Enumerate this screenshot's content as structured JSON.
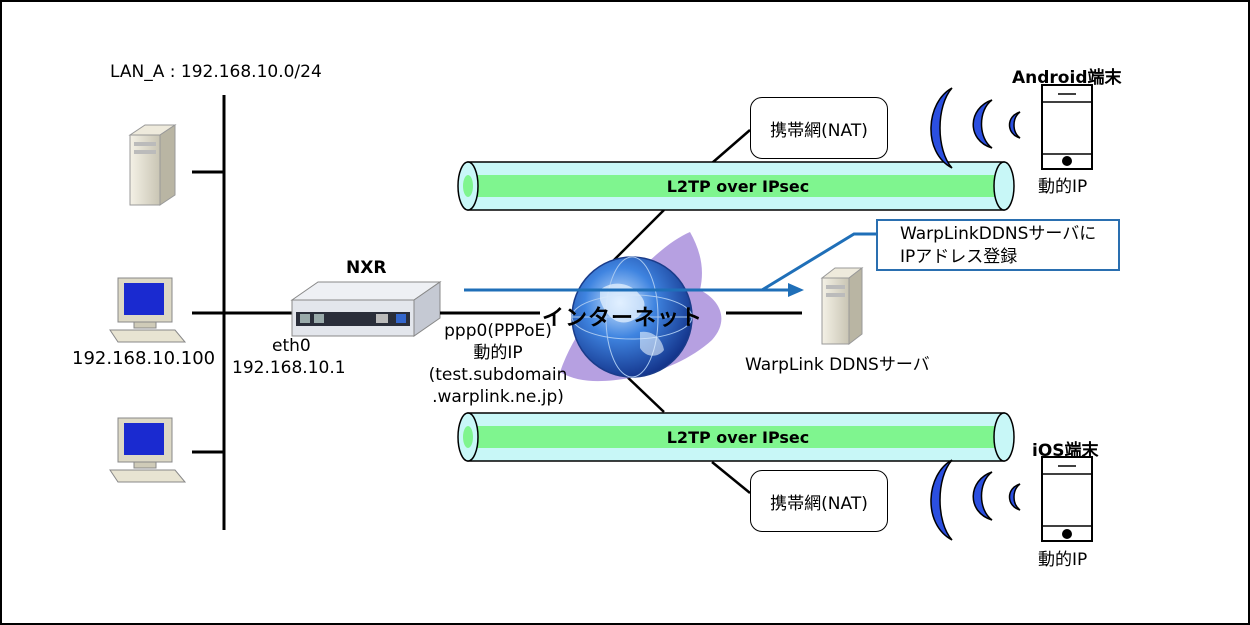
{
  "lan": {
    "label": "LAN_A : 192.168.10.0/24",
    "pc_ip": "192.168.10.100"
  },
  "router": {
    "name": "NXR",
    "eth_name": "eth0",
    "eth_ip": "192.168.10.1",
    "ppp_lines": [
      "ppp0(PPPoE)",
      "動的IP",
      "(test.subdomain",
      ".warplink.ne.jp)"
    ]
  },
  "internet": {
    "label": "インターネット"
  },
  "ddns": {
    "server_label": "WarpLink DDNSサーバ",
    "callout_lines": [
      "WarpLinkDDNSサーバに",
      "IPアドレス登録"
    ]
  },
  "tunnels": [
    {
      "label": "L2TP over IPsec"
    },
    {
      "label": "L2TP over IPsec"
    }
  ],
  "mobile_networks": [
    {
      "label": "携帯網(NAT)"
    },
    {
      "label": "携帯網(NAT)"
    }
  ],
  "devices": [
    {
      "name": "Android端末",
      "ip": "動的IP"
    },
    {
      "name": "iOS端末",
      "ip": "動的IP"
    }
  ],
  "colors": {
    "tunnel_fill": "#7ff58f",
    "tunnel_outer": "#c8f7f7",
    "callout_border": "#2a6fb0",
    "arrow": "#1f6fb8",
    "wave": "#2b4fe0",
    "cloud": "#a98fdc",
    "globe": "#2f6fd0"
  }
}
